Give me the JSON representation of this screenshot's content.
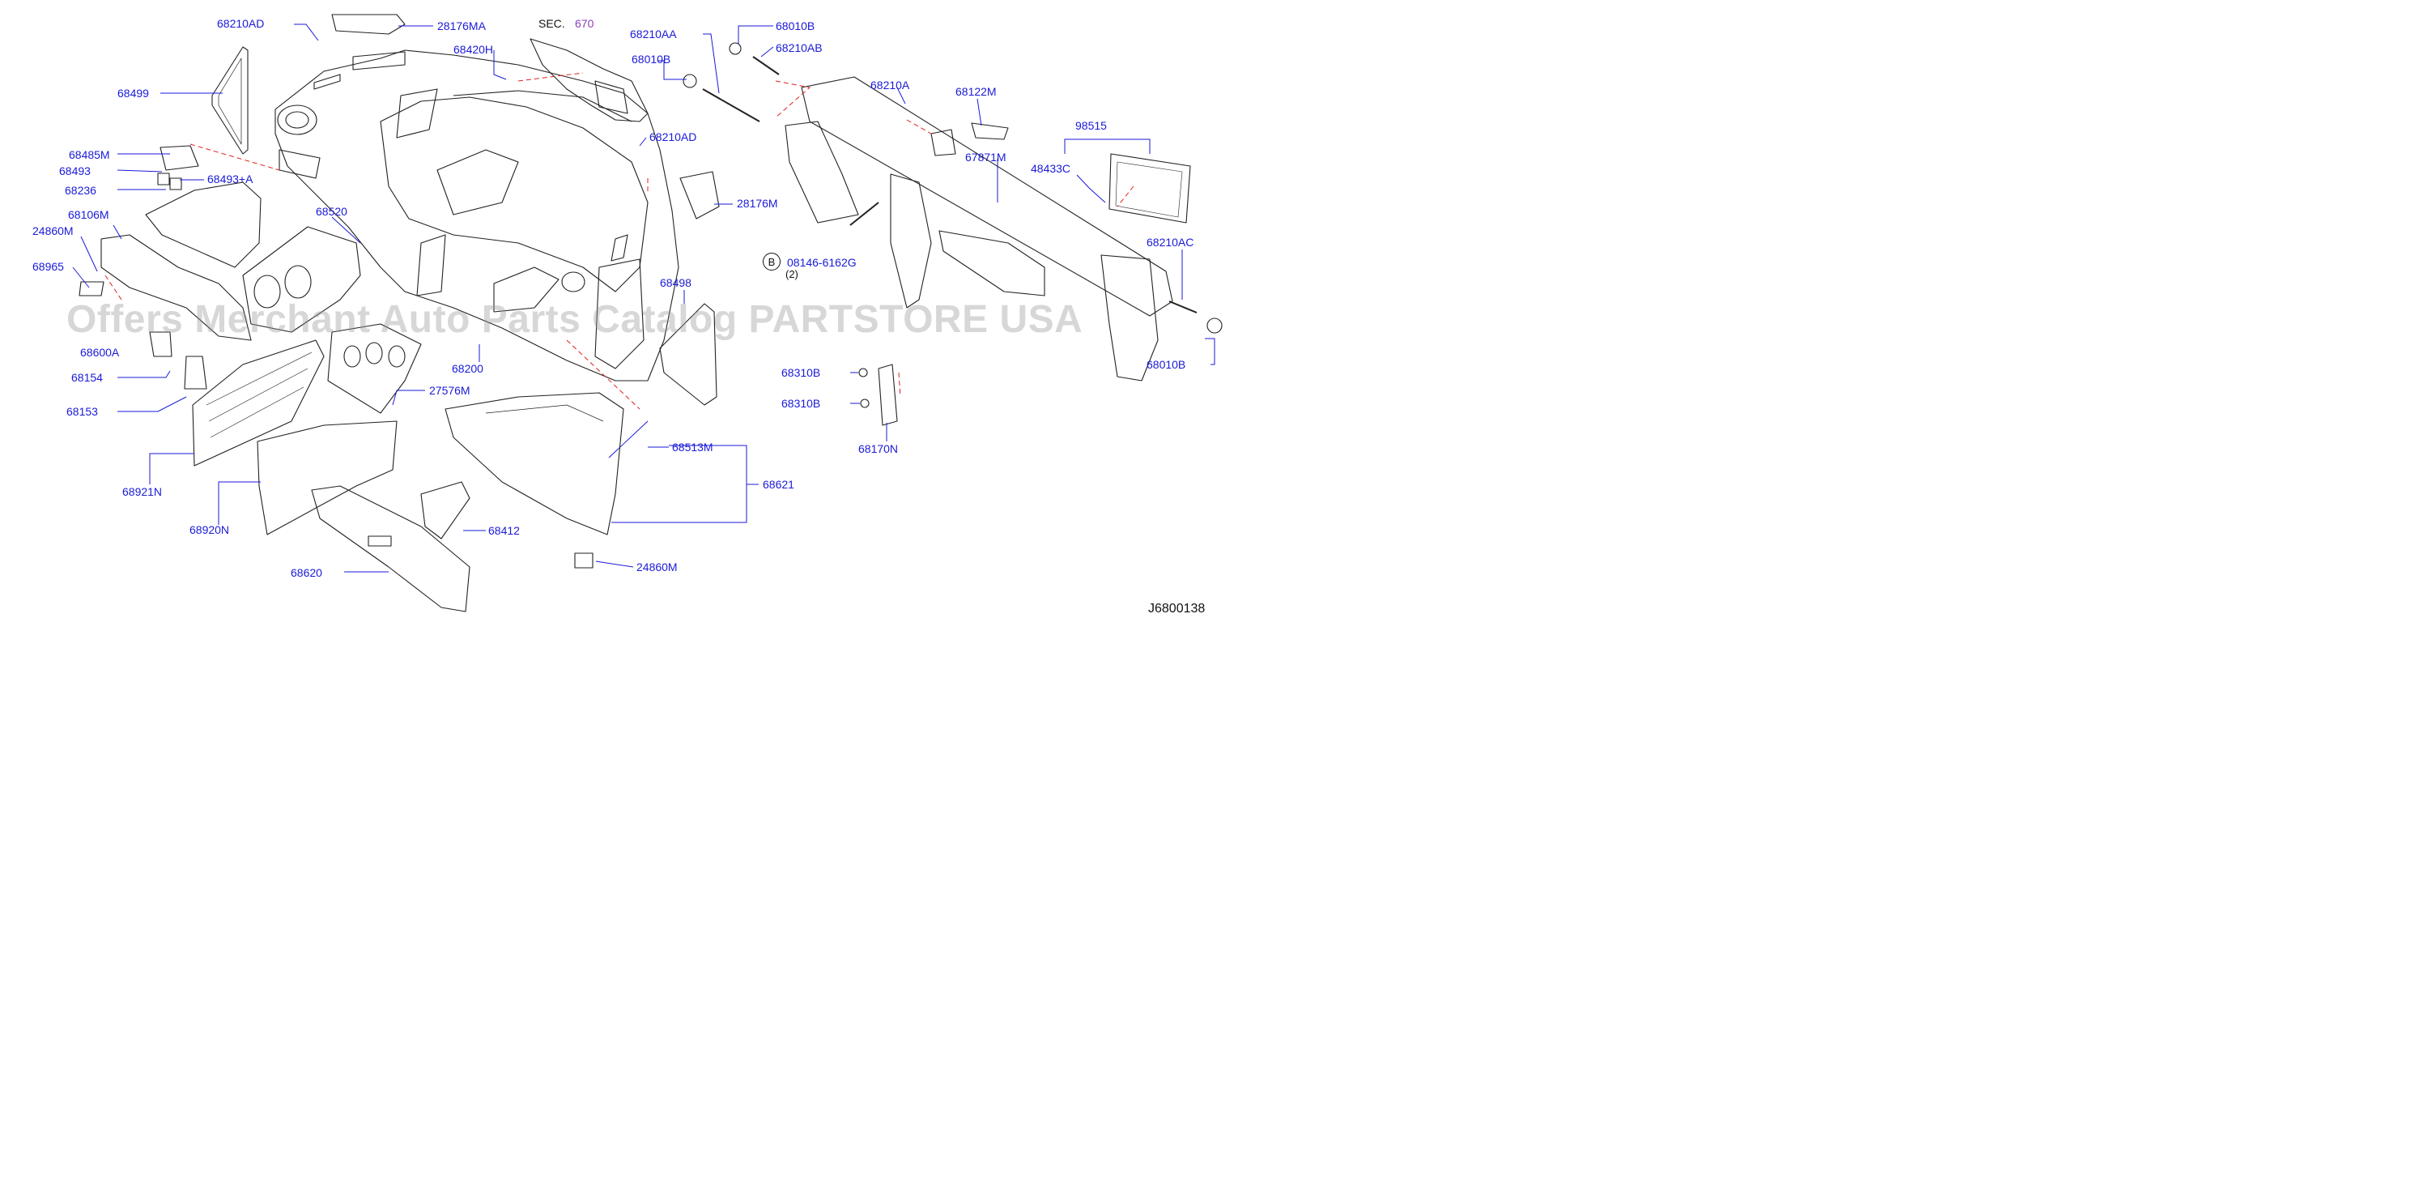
{
  "diagram": {
    "sec": {
      "prefix": "SEC.",
      "number": "670"
    },
    "labels": {
      "p68210AD_a": "68210AD",
      "p28176MA": "28176MA",
      "p68420H": "68420H",
      "p68210AA": "68210AA",
      "p68010B_a": "68010B",
      "p68210AB": "68210AB",
      "p68010B_b": "68010B",
      "p68499": "68499",
      "p68210A": "68210A",
      "p68122M": "68122M",
      "p68210AD_b": "68210AD",
      "p98515": "98515",
      "p68485M": "68485M",
      "p67871M": "67871M",
      "p68493": "68493",
      "p68493A": "68493+A",
      "p48433C": "48433C",
      "p68236": "68236",
      "p28176M": "28176M",
      "p68520": "68520",
      "p68106M": "68106M",
      "p24860M_a": "24860M",
      "p08146": "08146-6162G",
      "qty": "(2)",
      "p68210AC": "68210AC",
      "p68965": "68965",
      "p68498": "68498",
      "p68600A": "68600A",
      "p68010B_c": "68010B",
      "p68200": "68200",
      "p68310B_a": "68310B",
      "p68154": "68154",
      "p27576M": "27576M",
      "p68310B_b": "68310B",
      "p68153": "68153",
      "p68513M": "68513M",
      "p68170N": "68170N",
      "p68621": "68621",
      "p68921N": "68921N",
      "p68920N": "68920N",
      "p68412": "68412",
      "p24860M_b": "24860M",
      "p68620": "68620"
    },
    "bolt_marker": "B",
    "diagram_id": "J6800138",
    "watermark": "Offers Merchant Auto Parts Catalog PARTSTORE USA"
  },
  "colors": {
    "label": "#1a1ad8",
    "line": "#1a1ad8",
    "leader_dash": "#e02020",
    "drawing": "#222222",
    "sec_number": "#8a3fb8"
  }
}
